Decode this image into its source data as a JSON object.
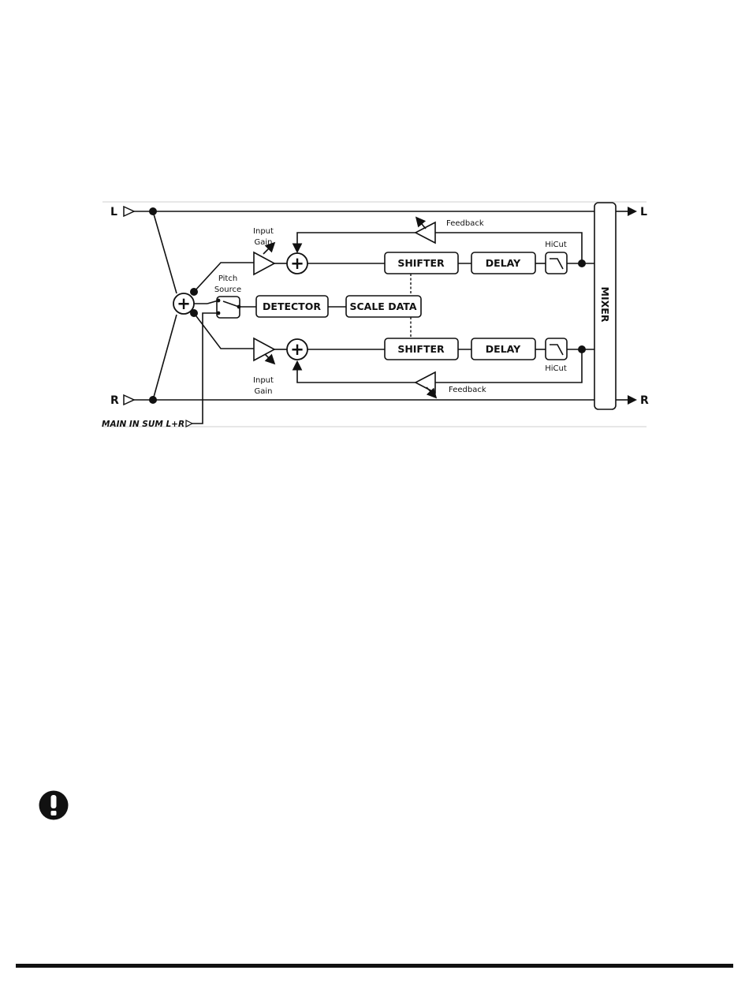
{
  "diagram": {
    "inputs": {
      "left": "L",
      "right": "R"
    },
    "outputs": {
      "left": "L",
      "right": "R"
    },
    "main_in": "MAIN IN SUM L+R",
    "pitch_source": [
      "Pitch",
      "Source"
    ],
    "input_gain": [
      "Input",
      "Gain"
    ],
    "feedback": "Feedback",
    "hicut": "HiCut",
    "blocks": {
      "detector": "DETECTOR",
      "scale_data": "SCALE DATA",
      "shifter": "SHIFTER",
      "delay": "DELAY",
      "mixer": "MIXER"
    }
  },
  "icons": {
    "warning": "warning-icon",
    "color": "#111111"
  }
}
